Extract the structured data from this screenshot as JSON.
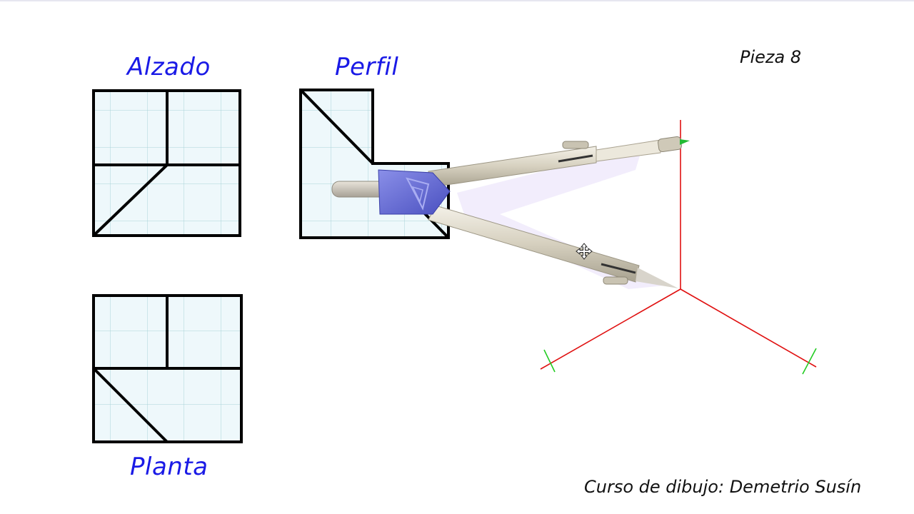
{
  "views": {
    "alzado_label": "Alzado",
    "perfil_label": "Perfil",
    "planta_label": "Planta"
  },
  "piece_label": "Pieza  8",
  "credit": "Curso de dibujo: Demetrio Susín",
  "colors": {
    "title": "#1a1ae6",
    "grid_fill": "#eef8fb",
    "grid_line": "#a9d3d8",
    "outline": "#000000",
    "axes": "#e01010",
    "ticks": "#22cc22",
    "compass_body": "#d9d4c4",
    "compass_head": "#6e74d9"
  },
  "icons": {
    "tool": "compass-tool",
    "cursor": "move-cursor"
  }
}
